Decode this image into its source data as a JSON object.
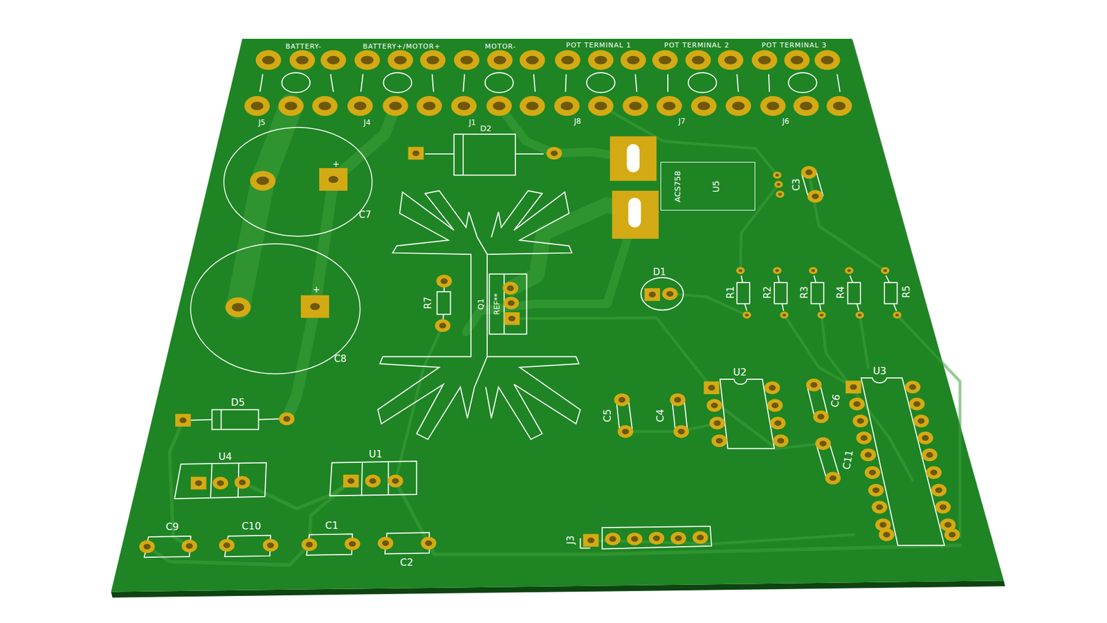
{
  "diagram": {
    "nodes": [
      {
        "text": [
          "+",
          "C7"
        ]
      },
      {
        "text": [
          "ACS758",
          "U5"
        ]
      },
      {
        "text": [
          "+",
          "C8"
        ]
      }
    ],
    "labels": [
      "BATTERY-",
      "BATTERY+/MOTOR+",
      "MOTOR-",
      "POT TERMINAL 1",
      "POT TERMINAL 2",
      "POT TERMINAL 3",
      "J5",
      "J4",
      "J1",
      "J8",
      "J7",
      "J6",
      "D2",
      "R7",
      "Q1",
      "REF**",
      "D1",
      "R1",
      "R2",
      "R3",
      "R4",
      "R5",
      "C3",
      "U2",
      "U3",
      "D5",
      "C5",
      "C4",
      "C6",
      "C11",
      "U4",
      "U1",
      "J3",
      "C9",
      "C10",
      "C1",
      "C2"
    ]
  }
}
